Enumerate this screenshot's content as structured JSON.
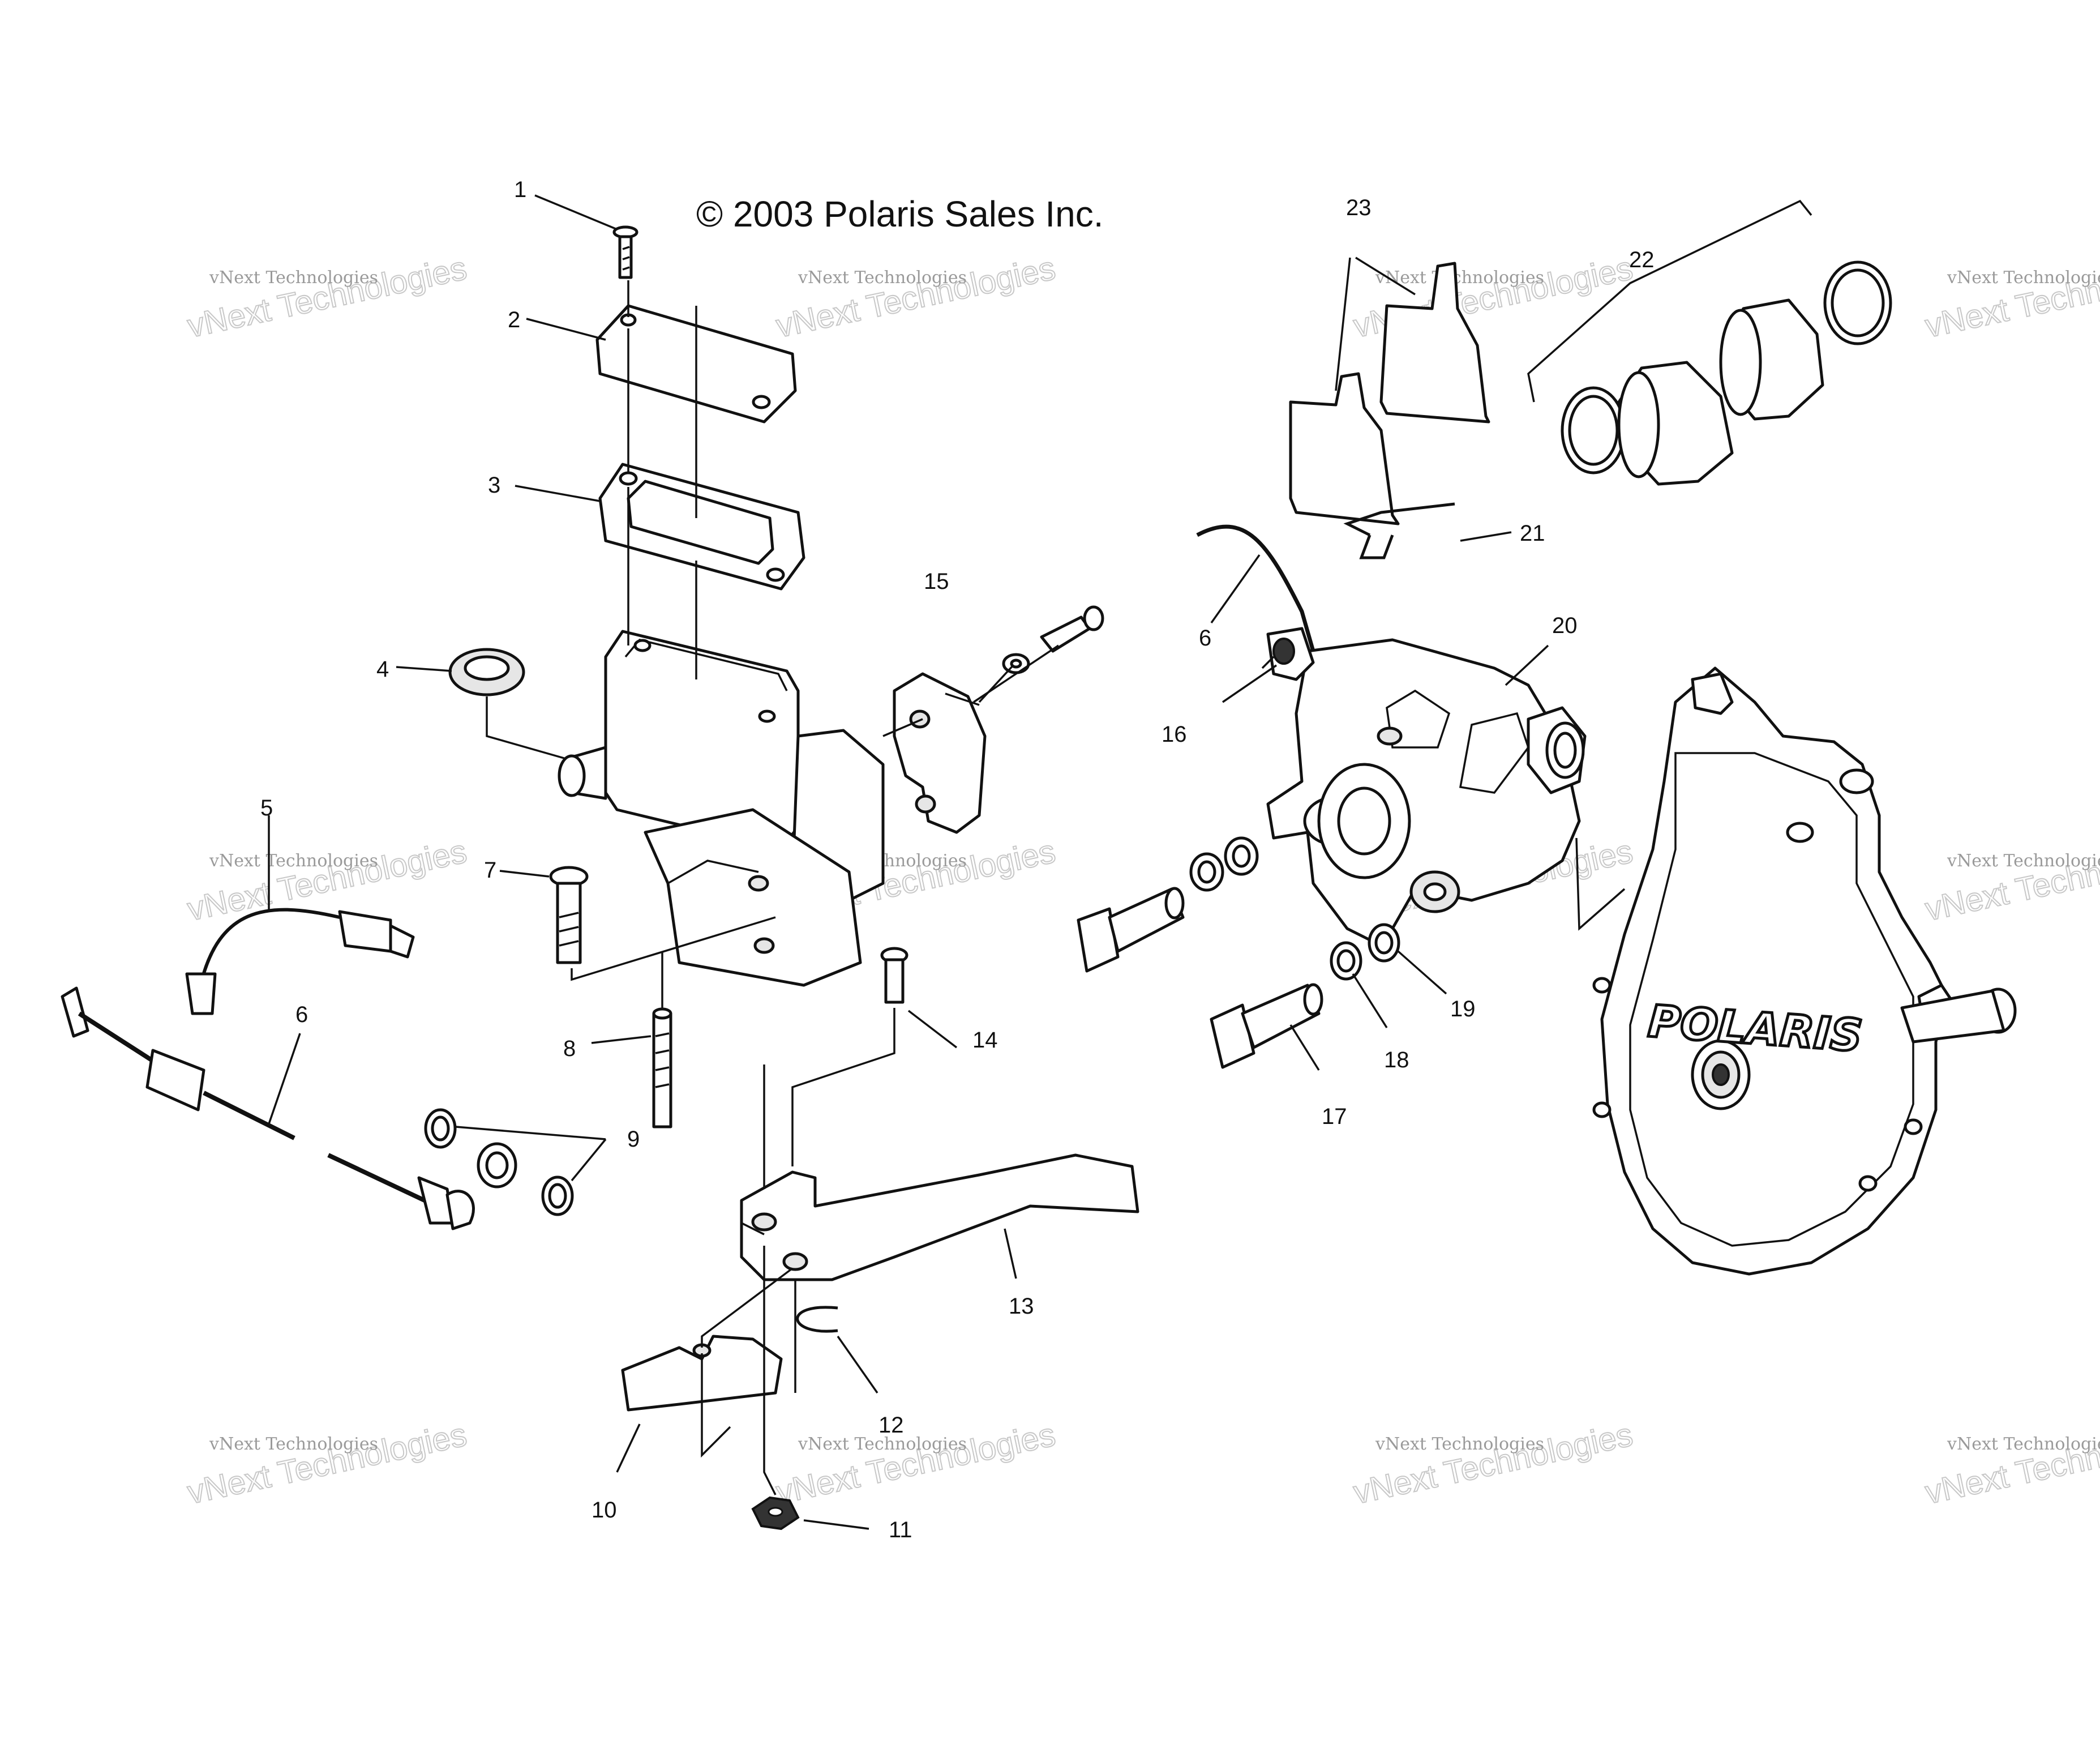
{
  "copyright": "© 2003 Polaris Sales Inc.",
  "brand": "POLARIS",
  "watermark": {
    "line1": "vNext Technologies",
    "line2": "vNext Technologies"
  },
  "callouts": [
    "1",
    "2",
    "3",
    "4",
    "5",
    "6",
    "7",
    "8",
    "9",
    "10",
    "11",
    "12",
    "13",
    "14",
    "15",
    "6",
    "16",
    "17",
    "18",
    "19",
    "20",
    "21",
    "22",
    "23"
  ],
  "colors": {
    "ink": "#111111",
    "watermark": "#9a9a9a",
    "background": "#ffffff"
  }
}
